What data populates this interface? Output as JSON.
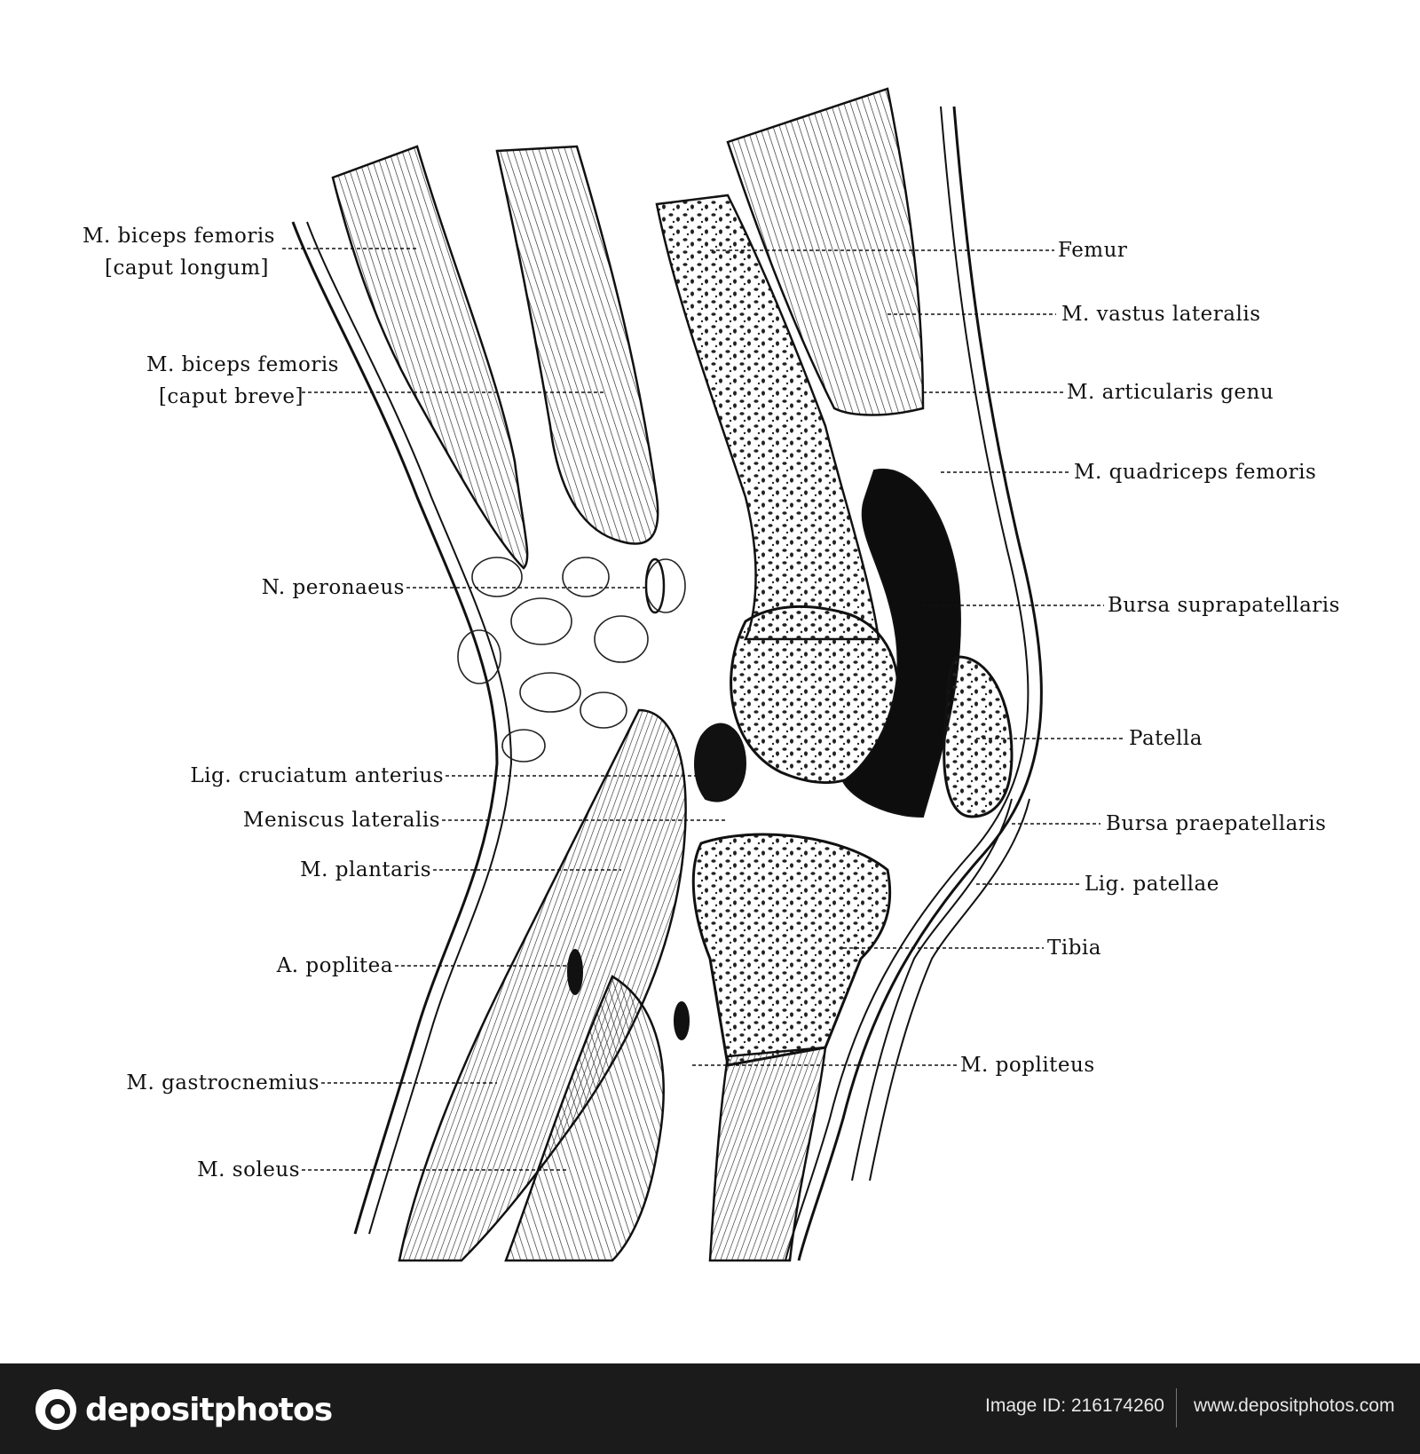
{
  "labels_left": [
    {
      "id": "biceps-longum-1",
      "text": "M. biceps femoris"
    },
    {
      "id": "biceps-longum-2",
      "text": "[caput longum]"
    },
    {
      "id": "biceps-breve-1",
      "text": "M. biceps femoris"
    },
    {
      "id": "biceps-breve-2",
      "text": "[caput breve]"
    },
    {
      "id": "peronaeus",
      "text": "N. peronaeus"
    },
    {
      "id": "cruciatum",
      "text": "Lig. cruciatum anterius"
    },
    {
      "id": "meniscus",
      "text": "Meniscus lateralis"
    },
    {
      "id": "plantaris",
      "text": "M. plantaris"
    },
    {
      "id": "poplitea",
      "text": "A. poplitea"
    },
    {
      "id": "gastrocnemius",
      "text": "M. gastrocnemius"
    },
    {
      "id": "soleus",
      "text": "M. soleus"
    }
  ],
  "labels_right": [
    {
      "id": "femur",
      "text": "Femur"
    },
    {
      "id": "vastus",
      "text": "M. vastus lateralis"
    },
    {
      "id": "articularis",
      "text": "M. articularis genu"
    },
    {
      "id": "quadriceps",
      "text": "M. quadriceps femoris"
    },
    {
      "id": "suprapatellaris",
      "text": "Bursa suprapatellaris"
    },
    {
      "id": "patella",
      "text": "Patella"
    },
    {
      "id": "praepatellaris",
      "text": "Bursa praepatellaris"
    },
    {
      "id": "lig-patellae",
      "text": "Lig. patellae"
    },
    {
      "id": "tibia",
      "text": "Tibia"
    },
    {
      "id": "popliteus",
      "text": "M. popliteus"
    }
  ],
  "footer": {
    "logo_text": "depositphotos",
    "image_id": "Image ID: 216174260",
    "site": "www.depositphotos.com"
  },
  "colors": {
    "ink": "#111111",
    "footer_bg": "#1b1b1b",
    "footer_text": "#e8e8e8"
  },
  "icons": {
    "logo": "depositphotos-logo-icon"
  }
}
